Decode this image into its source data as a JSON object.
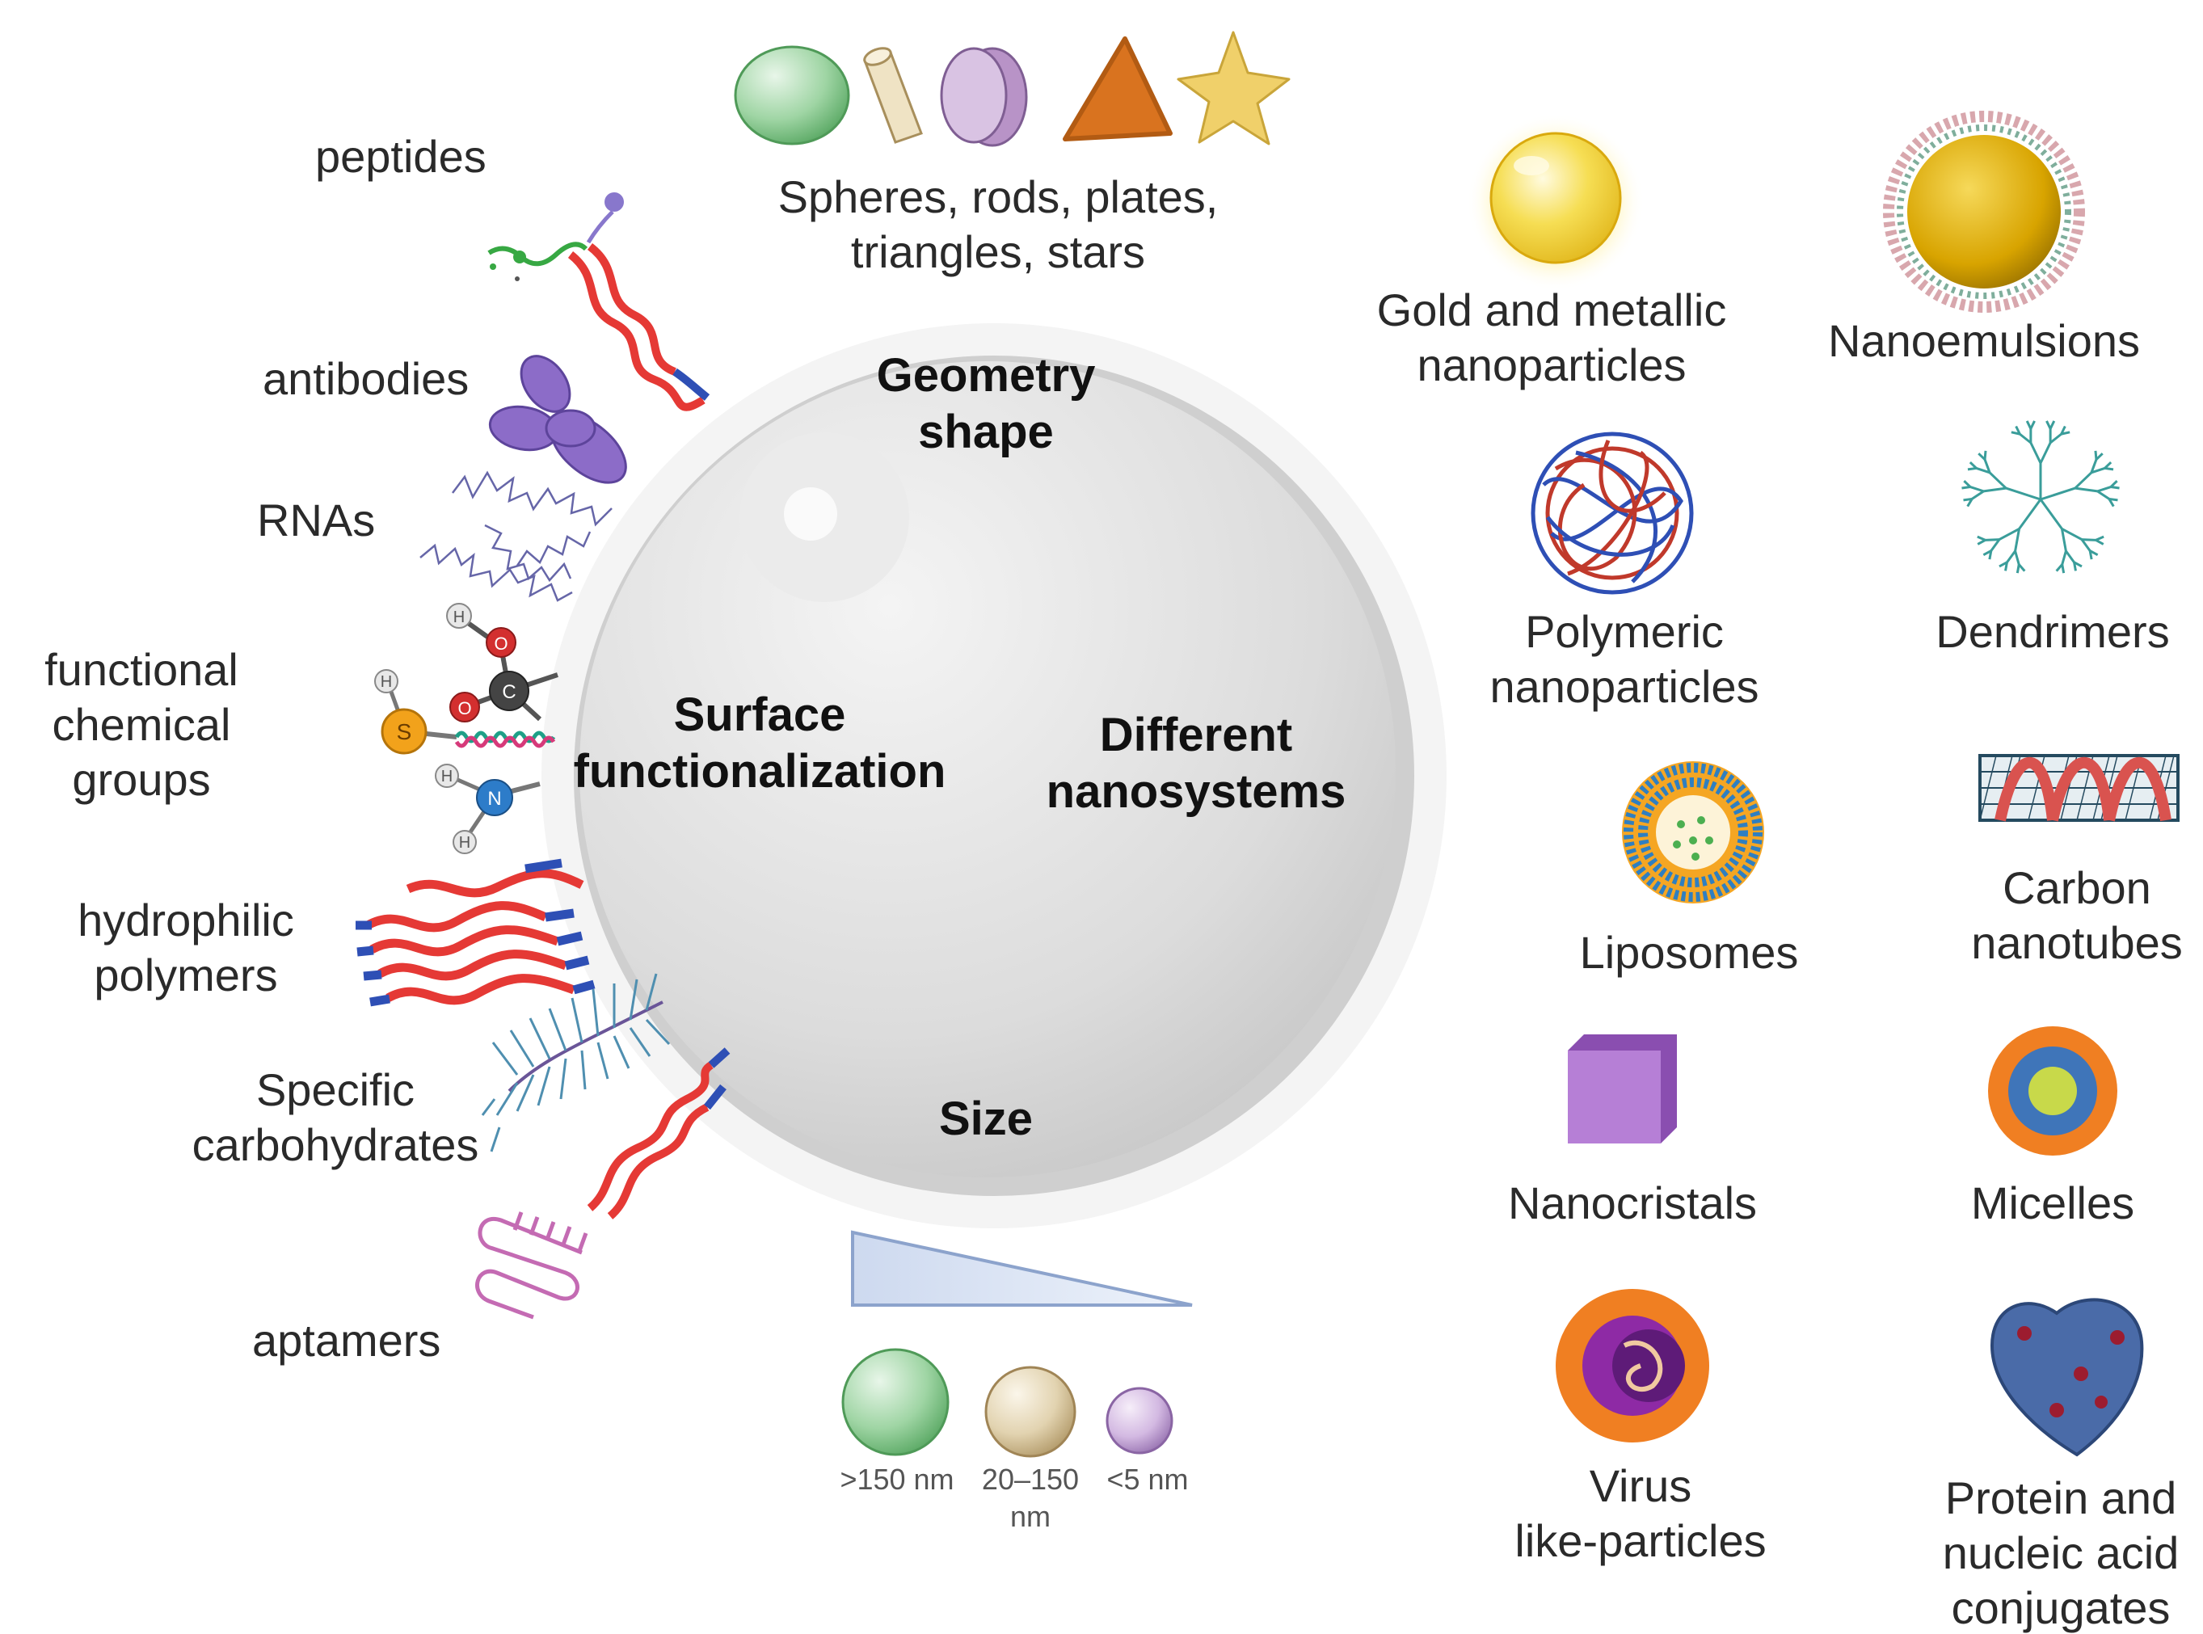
{
  "colors": {
    "sphere_fill": "#dedede",
    "sphere_rim": "#c4c4c4",
    "gold": "#f2d43a",
    "pegs_red": "#e53935",
    "pegs_blue": "#2e4fb5",
    "antibody": "#8c6cc8",
    "triangle_wedge": "#d9e4f5"
  },
  "center": {
    "geometry": "Geometry\nshape",
    "surface": "Surface\nfunctionalization",
    "nanosystems": "Different\nnanosystems",
    "size": "Size"
  },
  "shapes_caption": "Spheres, rods, plates,\ntriangles, stars",
  "ligands": {
    "peptides": "peptides",
    "antibodies": "antibodies",
    "rnas": "RNAs",
    "functional_groups": "functional\nchemical\ngroups",
    "hydrophilic": "hydrophilic\npolymers",
    "carbohydrates": "Specific\ncarbohydrates",
    "aptamers": "aptamers"
  },
  "atoms": {
    "sulfur": "S",
    "nitrogen": "N",
    "oxygen": "O",
    "carbon": "C",
    "hydrogen": "H"
  },
  "size_labels": {
    "large": ">150 nm",
    "medium": "20–150\nnm",
    "small": "<5 nm"
  },
  "nanosystems": {
    "gold": "Gold and  metallic\nnanoparticles",
    "nanoemulsions": "Nanoemulsions",
    "polymeric": "Polymeric\nnanoparticles",
    "dendrimers": "Dendrimers",
    "liposomes": "Liposomes",
    "carbon_nanotubes": "Carbon\nnanotubes",
    "nanocristals": "Nanocristals",
    "micelles": "Micelles",
    "vlp": "Virus\nlike-particles",
    "conjugates": "Protein and\nnucleic acid\nconjugates"
  }
}
